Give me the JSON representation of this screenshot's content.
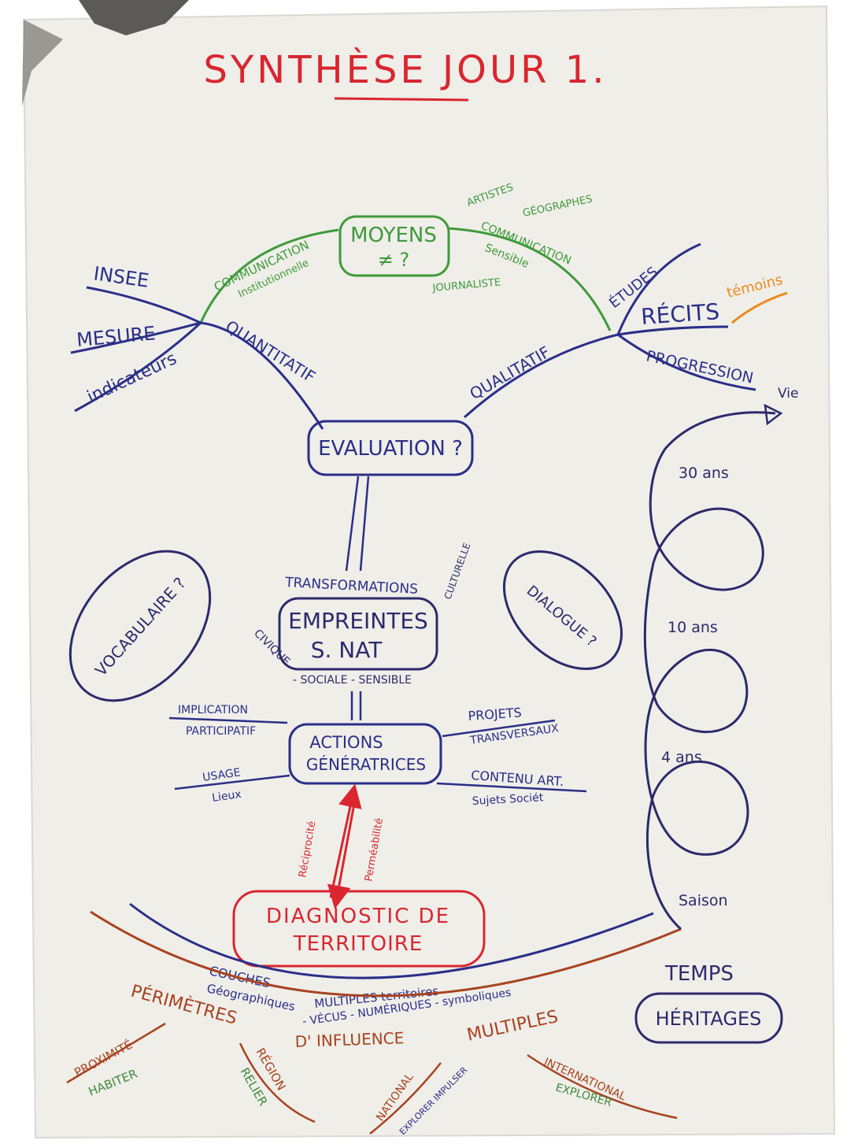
{
  "title": "SYNTHÈSE JOUR 1.",
  "colors": {
    "red": "#d9262f",
    "blue": "#2a2f87",
    "green": "#3f9a3a",
    "brown": "#a8421f",
    "orange": "#ec8a1d",
    "paper": "#efeee9",
    "darkblue": "#2d2a6b"
  },
  "moyens": {
    "line1": "MOYENS",
    "line2": "≠ ?"
  },
  "green_left": {
    "l1": "COMMUNICATION",
    "l2": "Institutionnelle"
  },
  "green_right": {
    "artistes": "ARTISTES",
    "geographes": "GÉOGRAPHES",
    "comm": "COMMUNICATION",
    "sensible": "Sensible",
    "journaliste": "JOURNALISTE"
  },
  "left_branch": {
    "insee": "INSEE",
    "mesure": "MESURE",
    "indicateurs": "indicateurs",
    "quantitatif": "QUANTITATIF"
  },
  "right_branch": {
    "qualitatif": "QUALITATIF",
    "etudes": "ÉTUDES",
    "recits": "RÉCITS",
    "temoins": "témoins",
    "progression": "PROGRESSION"
  },
  "evaluation": "EVALUATION ?",
  "transformations": "TRANSFORMATIONS",
  "empreintes": {
    "l1": "EMPREINTES",
    "l2": "S. NAT"
  },
  "empreintes_sides": {
    "left": "CIVIQUE",
    "bottom": "- SOCIALE - SENSIBLE",
    "right": "CULTURELLE"
  },
  "vocabulaire": "VOCABULAIRE ?",
  "dialogue": "DIALOGUE ?",
  "actions": {
    "l1": "ACTIONS",
    "l2": "GÉNÉRATRICES"
  },
  "actions_branches": {
    "implication": "IMPLICATION",
    "participatif": "PARTICIPATIF",
    "usage": "USAGE",
    "lieux": "Lieux",
    "projets": "PROJETS",
    "transversaux": "TRANSVERSAUX",
    "contenu": "CONTENU ART.",
    "sujets": "Sujets Sociét"
  },
  "arrows": {
    "left": "Réciprocité",
    "right": "Perméabilité"
  },
  "diagnostic": {
    "l1": "DIAGNOSTIC DE",
    "l2": "TERRITOIRE"
  },
  "couches": {
    "l1": "COUCHES",
    "l2": "Géographiques",
    "multiples": "MULTIPLES territoires",
    "vecus": "- VÉCUS - NUMÉRIQUES - symboliques"
  },
  "perimetres": {
    "l1": "PÉRIMÈTRES",
    "l2": "D' INFLUENCE",
    "l3": "MULTIPLES"
  },
  "scales": {
    "proximite": "PROXIMITÉ",
    "habiter": "HABITER",
    "region": "RÉGION",
    "relier": "RELIER",
    "national": "NATIONAL",
    "explorer_impulser": "EXPLORER IMPULSER",
    "international": "INTERNATIONAL",
    "explorer": "EXPLORER"
  },
  "timeline": {
    "vie": "Vie",
    "a30": "30 ans",
    "a10": "10 ans",
    "a4": "4 ans",
    "saison": "Saison"
  },
  "temps": {
    "l1": "TEMPS",
    "l2": "HÉRITAGES"
  }
}
